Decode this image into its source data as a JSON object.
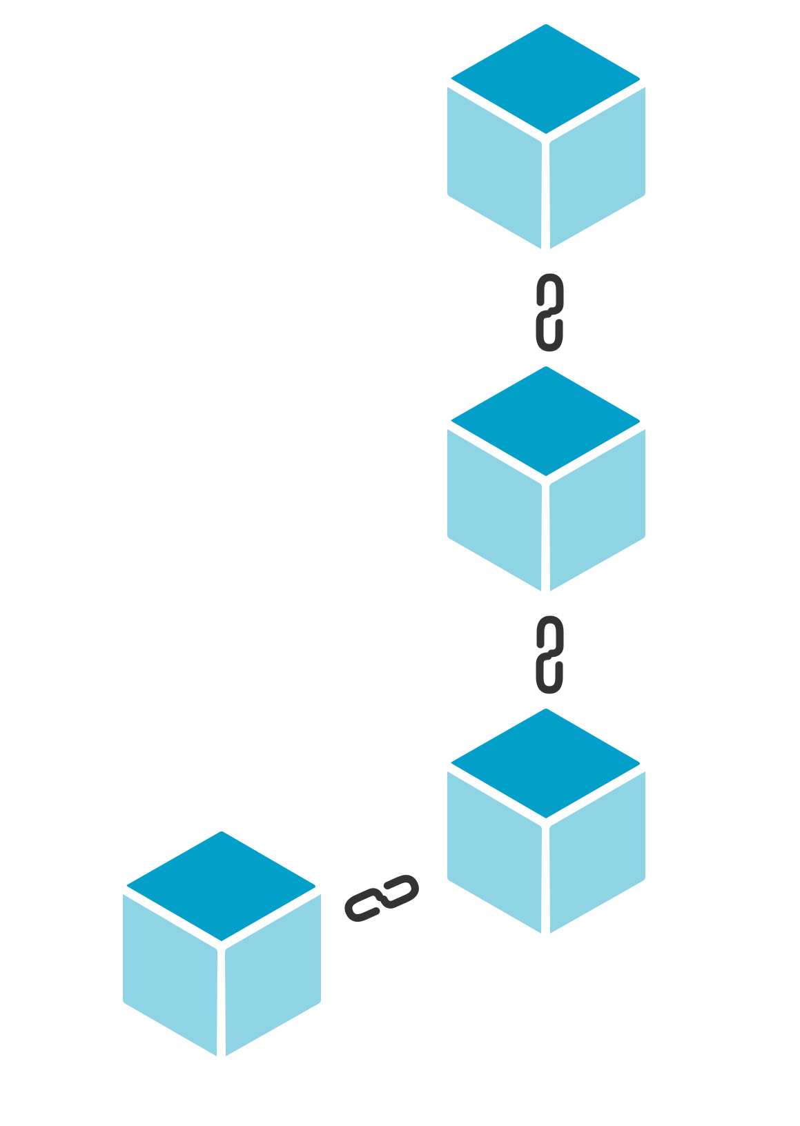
{
  "colors": {
    "background": "#ffffff",
    "cube_top": "#02a0c8",
    "cube_side": "#8fd4e5",
    "link": "#333333"
  },
  "blocks": [
    {
      "name": "block-1",
      "icon": "cube-icon"
    },
    {
      "name": "block-2",
      "icon": "cube-icon"
    },
    {
      "name": "block-3",
      "icon": "cube-icon"
    },
    {
      "name": "block-4",
      "icon": "cube-icon"
    }
  ],
  "links": [
    {
      "name": "link-1-2",
      "icon": "chain-link-icon",
      "orientation": "vertical"
    },
    {
      "name": "link-2-3",
      "icon": "chain-link-icon",
      "orientation": "vertical"
    },
    {
      "name": "link-3-4",
      "icon": "chain-link-icon",
      "orientation": "diagonal"
    }
  ]
}
